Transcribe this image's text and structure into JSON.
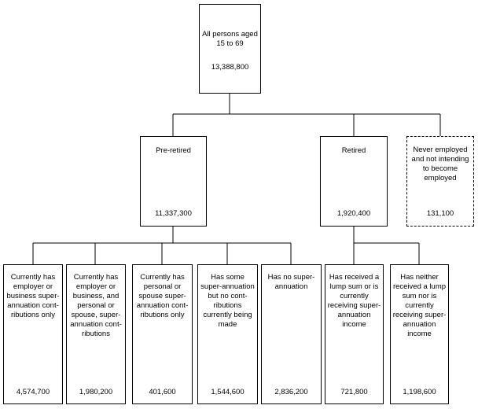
{
  "root": {
    "label": "All persons aged 15 to 69",
    "value": "13,388,800"
  },
  "level2": [
    {
      "label": "Pre-retired",
      "value": "11,337,300"
    },
    {
      "label": "Retired",
      "value": "1,920,400"
    },
    {
      "label": "Never employed and not intending to become employed",
      "value": "131,100"
    }
  ],
  "level3": [
    {
      "label": "Currently has employer or business super-annuation cont-ributions only",
      "value": "4,574,700"
    },
    {
      "label": "Currently has employer or business, and personal or spouse, super-annuation cont-ributions",
      "value": "1,980,200"
    },
    {
      "label": "Currently has personal or spouse super-annuation cont-ributions only",
      "value": "401,600"
    },
    {
      "label": "Has some super-annuation but no cont-ributions currently being made",
      "value": "1,544,600"
    },
    {
      "label": "Has no super-annuation",
      "value": "2,836,200"
    },
    {
      "label": "Has received a lump sum or is currently receiving super-annuation income",
      "value": "721,800"
    },
    {
      "label": "Has neither received a lump sum nor is currently receiving super-annuation income",
      "value": "1,198,600"
    }
  ]
}
